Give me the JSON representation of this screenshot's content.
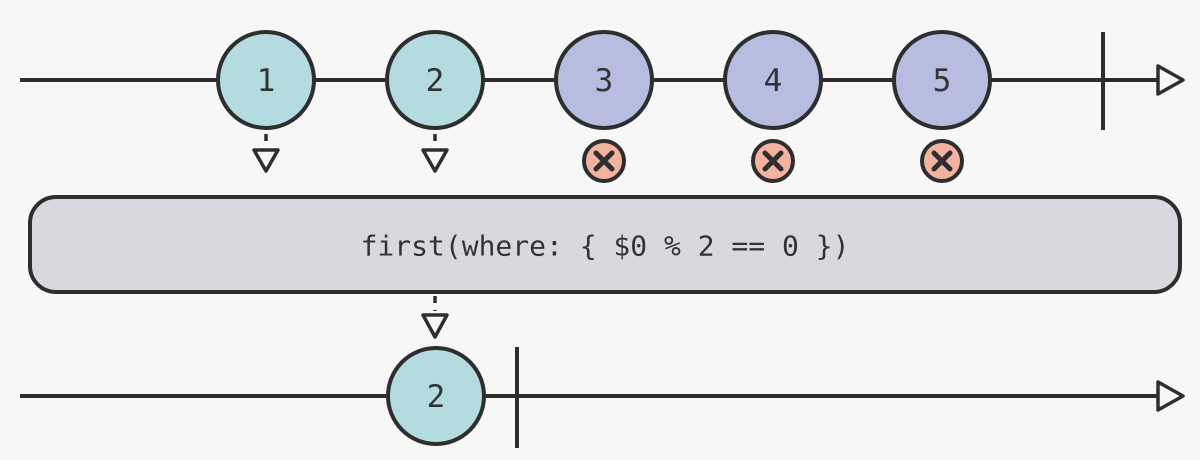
{
  "colors": {
    "background": "#f7f7f8",
    "stroke": "#2e2e2e",
    "emitted_fill": "#b4dce0",
    "skipped_fill": "#b6bde1",
    "discard_fill": "#f2b3a0",
    "operator_box_fill": "#d8d9de",
    "text": "#333333"
  },
  "operator": {
    "label": "first(where: { $0 % 2 == 0 })"
  },
  "input_timeline": {
    "events": [
      {
        "value": "1",
        "status": "emitted"
      },
      {
        "value": "2",
        "status": "emitted"
      },
      {
        "value": "3",
        "status": "discarded"
      },
      {
        "value": "4",
        "status": "discarded"
      },
      {
        "value": "5",
        "status": "discarded"
      }
    ]
  },
  "output_timeline": {
    "events": [
      {
        "value": "2",
        "status": "emitted"
      }
    ]
  }
}
